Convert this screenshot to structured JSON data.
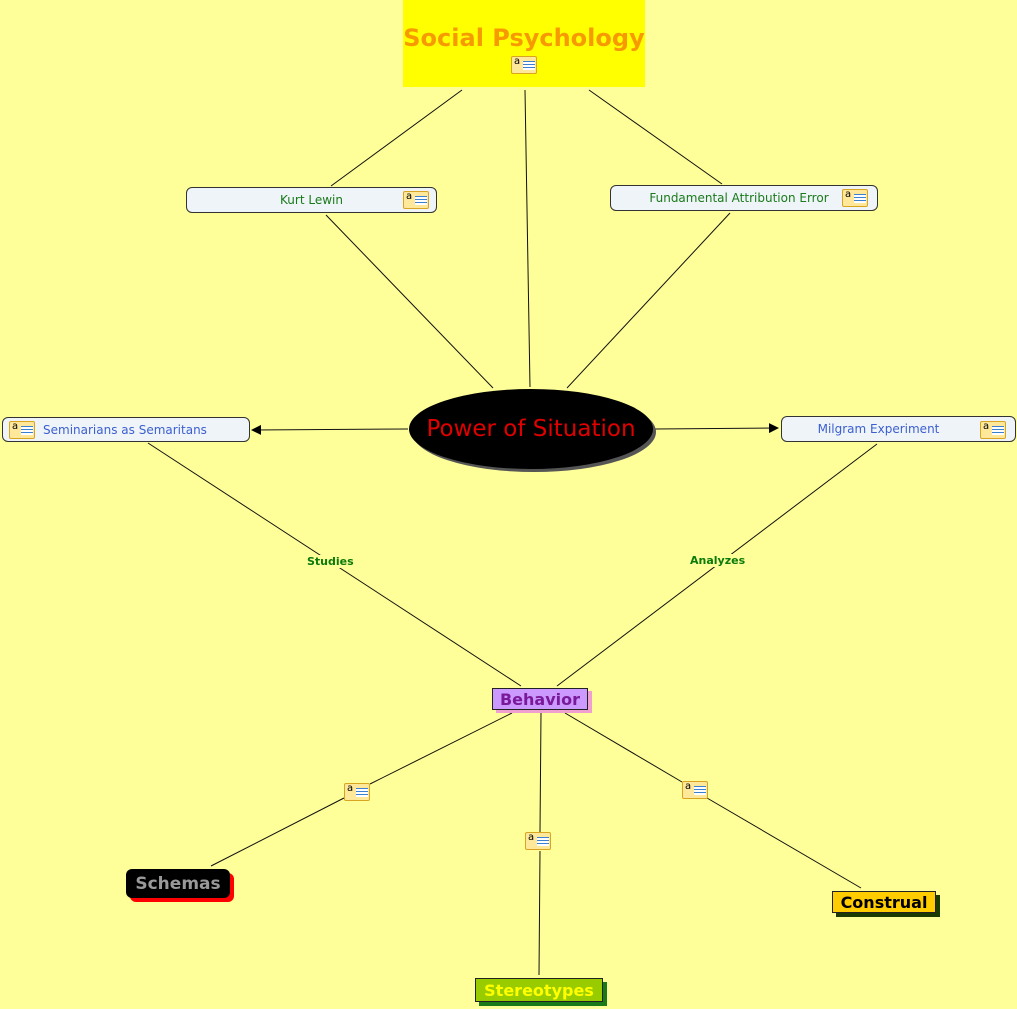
{
  "nodes": {
    "social_psychology": "Social Psychology",
    "kurt_lewin": "Kurt Lewin",
    "fae": "Fundamental Attribution Error",
    "power": "Power of Situation",
    "seminarians": "Seminarians as Semaritans",
    "milgram": "Milgram Experiment",
    "behavior": "Behavior",
    "schemas": "Schemas",
    "stereotypes": "Stereotypes",
    "construal": "Construal"
  },
  "links": {
    "studies": "Studies",
    "analyzes": "Analyzes"
  },
  "icons": {
    "resource": "annotation-note-icon"
  }
}
